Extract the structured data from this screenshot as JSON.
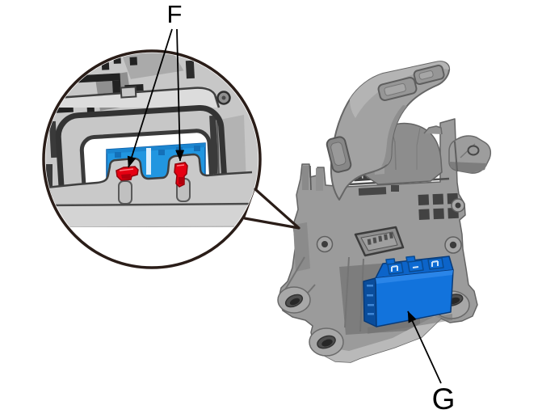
{
  "figure": {
    "kind": "technical-illustration",
    "labels": {
      "f": "F",
      "g": "G"
    },
    "leader_arrows": {
      "from_f": 2,
      "from_g": 1
    },
    "callout": {
      "shape": "circle",
      "content": "magnified view of two red retaining clips on gray housing over blue part"
    },
    "colors": {
      "background": "#ffffff",
      "body_gray": "#9b9b9b",
      "connector_blue": "#1273dc",
      "detail_part_blue": "#2196e0",
      "clip_red": "#e60012",
      "callout_outline": "#2a1d18",
      "label_text": "#000000"
    }
  }
}
